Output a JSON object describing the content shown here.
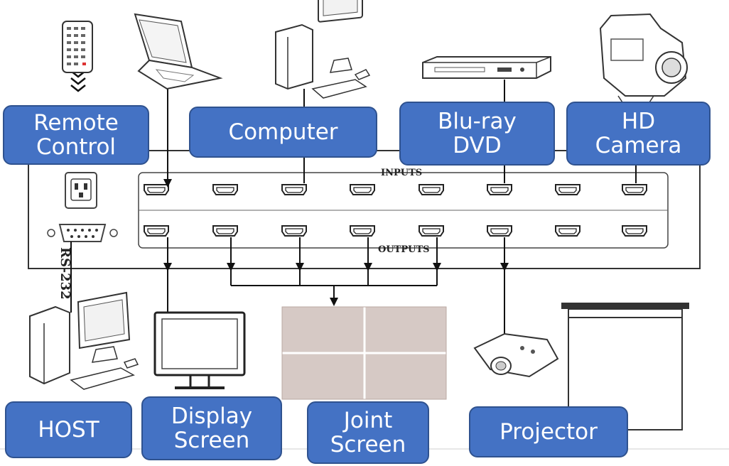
{
  "labels": {
    "remote_control": "Remote\nControl",
    "computer": "Computer",
    "bluray_dvd": "Blu-ray\nDVD",
    "hd_camera": "HD\nCamera",
    "host": "HOST",
    "display_screen": "Display\nScreen",
    "joint_screen": "Joint\nScreen",
    "projector": "Projector"
  },
  "panel": {
    "inputs_label": "INPUTS",
    "outputs_label": "OUTPUTS",
    "serial_label": "RS-232",
    "input_port_count": 8,
    "output_port_count": 8
  },
  "colors": {
    "label_fill": "#4472c4",
    "label_border": "#2f528f",
    "line": "#111111",
    "joint_screen_tile": "#d6c9c5"
  }
}
